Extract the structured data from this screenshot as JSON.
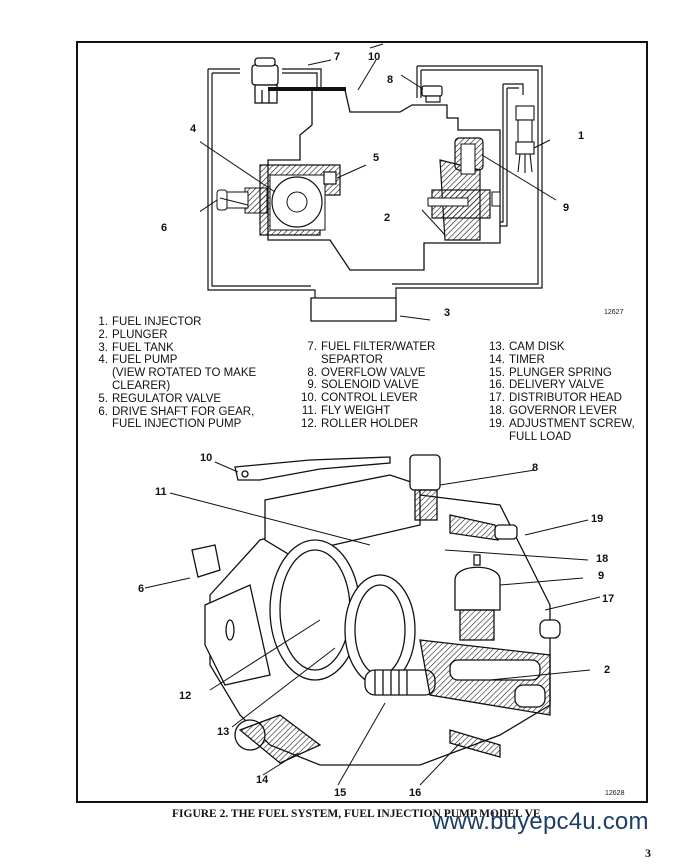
{
  "top_diagram": {
    "figure_id": "12627",
    "callouts": [
      "1",
      "2",
      "3",
      "4",
      "5",
      "6",
      "7",
      "8",
      "9",
      "10"
    ]
  },
  "bottom_diagram": {
    "figure_id": "12628",
    "callouts": [
      "2",
      "6",
      "8",
      "9",
      "10",
      "11",
      "12",
      "13",
      "14",
      "15",
      "16",
      "17",
      "18",
      "19"
    ]
  },
  "legend": {
    "column1": [
      {
        "num": "1.",
        "lines": [
          "FUEL INJECTOR"
        ]
      },
      {
        "num": "2.",
        "lines": [
          "PLUNGER"
        ]
      },
      {
        "num": "3.",
        "lines": [
          "FUEL TANK"
        ]
      },
      {
        "num": "4.",
        "lines": [
          "FUEL PUMP",
          "(VIEW ROTATED TO MAKE",
          "CLEARER)"
        ]
      },
      {
        "num": "5.",
        "lines": [
          "REGULATOR VALVE"
        ]
      },
      {
        "num": "6.",
        "lines": [
          "DRIVE SHAFT FOR GEAR,",
          "FUEL INJECTION PUMP"
        ]
      }
    ],
    "column2": [
      {
        "num": "7.",
        "lines": [
          "FUEL FILTER/WATER",
          "SEPARTOR"
        ]
      },
      {
        "num": "8.",
        "lines": [
          "OVERFLOW VALVE"
        ]
      },
      {
        "num": "9.",
        "lines": [
          "SOLENOID VALVE"
        ]
      },
      {
        "num": "10.",
        "lines": [
          "CONTROL LEVER"
        ]
      },
      {
        "num": "11.",
        "lines": [
          "FLY WEIGHT"
        ]
      },
      {
        "num": "12.",
        "lines": [
          "ROLLER HOLDER"
        ]
      }
    ],
    "column3": [
      {
        "num": "13.",
        "lines": [
          "CAM DISK"
        ]
      },
      {
        "num": "14.",
        "lines": [
          "TIMER"
        ]
      },
      {
        "num": "15.",
        "lines": [
          "PLUNGER SPRING"
        ]
      },
      {
        "num": "16.",
        "lines": [
          "DELIVERY VALVE"
        ]
      },
      {
        "num": "17.",
        "lines": [
          "DISTRIBUTOR HEAD"
        ]
      },
      {
        "num": "18.",
        "lines": [
          "GOVERNOR LEVER"
        ]
      },
      {
        "num": "19.",
        "lines": [
          "ADJUSTMENT SCREW,",
          "FULL LOAD"
        ]
      }
    ]
  },
  "caption": "FIGURE 2. THE FUEL SYSTEM, FUEL INJECTION PUMP MODEL VE",
  "watermark": "www.buyepc4u.com",
  "watermark_color": "#1d3f66",
  "page_number": "3"
}
